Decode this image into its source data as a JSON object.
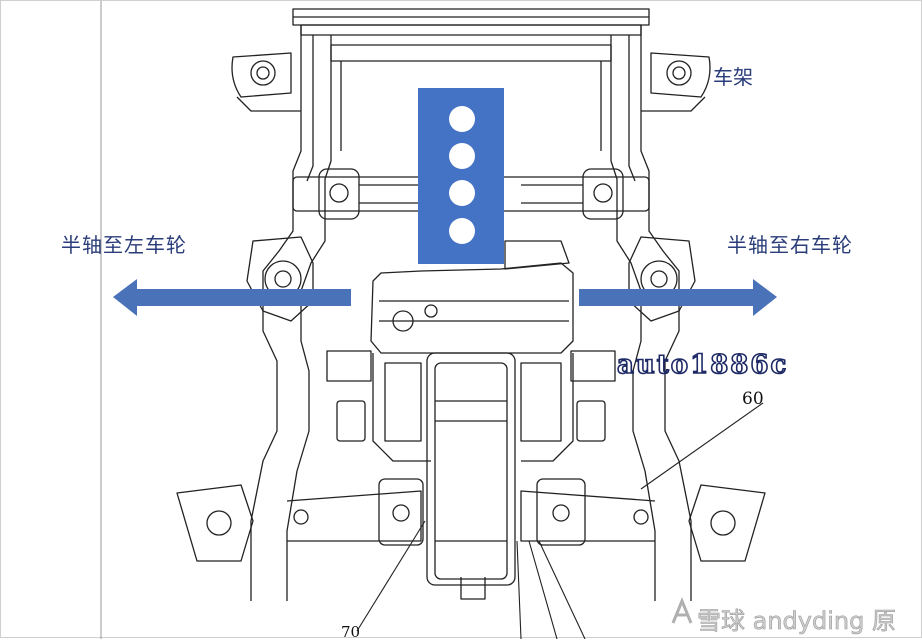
{
  "labels": {
    "frame": "车架",
    "left_arrow": "半轴至左车轮",
    "right_arrow": "半轴至右车轮"
  },
  "reference_numbers": {
    "n60": "60",
    "bottom": "70"
  },
  "watermarks": {
    "author": "auto1886c",
    "platform": "雪球 andyding 原",
    "logo_icon": "snowball-logo-icon"
  },
  "colors": {
    "accent_blue": "#4472c4",
    "arrow_blue": "#4a72b8",
    "line_drawing": "#222222",
    "label_text": "#2a3d7a"
  },
  "icons": {
    "motor_block": "four-circle-motor-block-icon",
    "left_arrow": "arrow-left-icon",
    "right_arrow": "arrow-right-icon"
  }
}
